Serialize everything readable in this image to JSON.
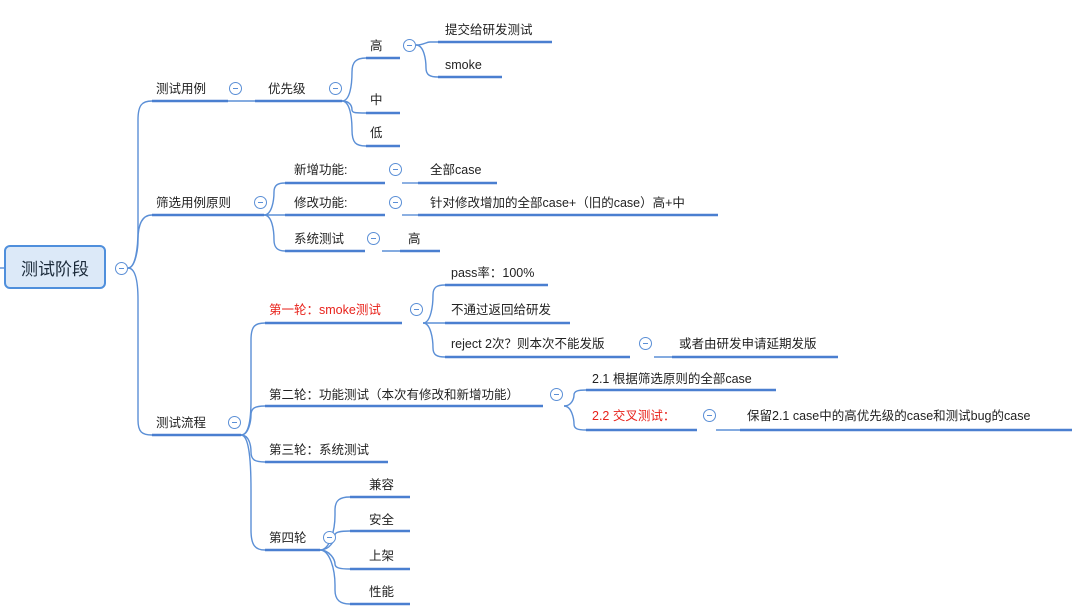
{
  "root": "测试阶段",
  "nodes": {
    "n1": "测试用例",
    "n1_1": "优先级",
    "n1_1_1": "高",
    "n1_1_1_1": "提交给研发测试",
    "n1_1_1_2": "smoke",
    "n1_1_2": "中",
    "n1_1_3": "低",
    "n2": "筛选用例原则",
    "n2_1": "新增功能:",
    "n2_1_1": "全部case",
    "n2_2": "修改功能:",
    "n2_2_1": "针对修改增加的全部case+（旧的case）高+中",
    "n2_3": "系统测试",
    "n2_3_1": "高",
    "n3": "测试流程",
    "n3_1": "第一轮：smoke测试",
    "n3_1_1": "pass率：100%",
    "n3_1_2": "不通过返回给研发",
    "n3_1_3": "reject 2次？则本次不能发版",
    "n3_1_3_1": "或者由研发申请延期发版",
    "n3_2": "第二轮：功能测试（本次有修改和新增功能）",
    "n3_2_1": "2.1 根据筛选原则的全部case",
    "n3_2_2": "2.2 交叉测试：",
    "n3_2_2_1": "保留2.1 case中的高优先级的case和测试bug的case",
    "n3_3": "第三轮：系统测试",
    "n3_4": "第四轮",
    "n3_4_1": "兼容",
    "n3_4_2": "安全",
    "n3_4_3": "上架",
    "n3_4_4": "性能"
  },
  "colors": {
    "line": "#5b8fd6",
    "underline": "#4a7fd0",
    "root_fill": "#dce9f8",
    "root_border": "#4f8fdc",
    "text": "#222222",
    "highlight": "#e8221b"
  }
}
